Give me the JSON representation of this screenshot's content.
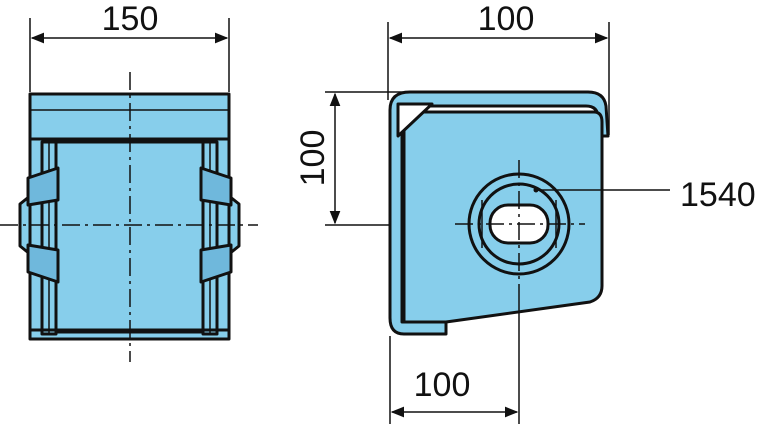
{
  "colors": {
    "fill": "#87CEEB",
    "line": "#111111",
    "background": "#FFFFFF"
  },
  "front_view": {
    "width_label": "150"
  },
  "side_view": {
    "width_label": "100",
    "height_label": "100",
    "offset_label": "100",
    "part_label": "1540"
  }
}
